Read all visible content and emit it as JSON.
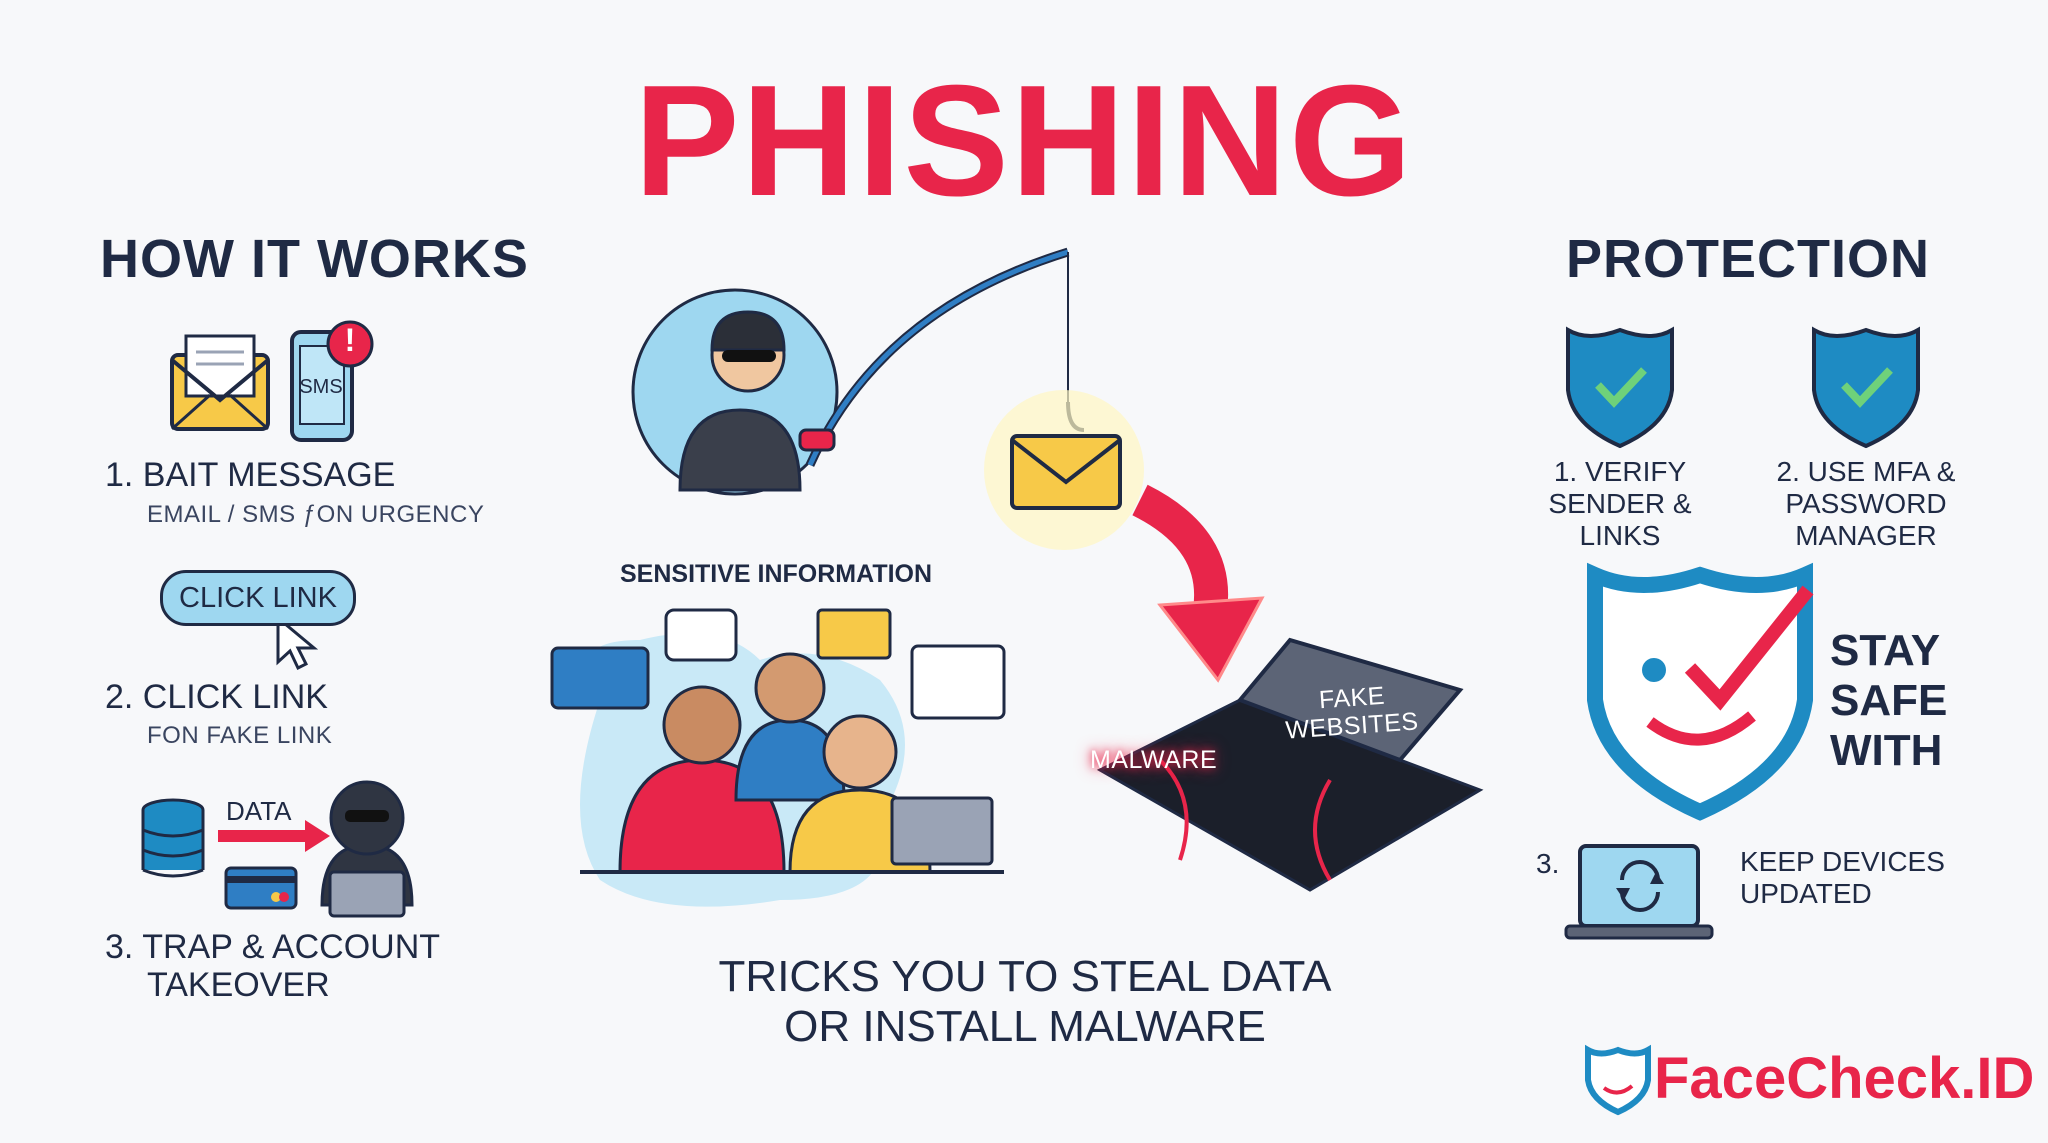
{
  "title": "PHISHING",
  "how_it_works": {
    "heading": "HOW IT WORKS",
    "sms_label": "SMS",
    "alert_mark": "!",
    "step1_title": "1. BAIT MESSAGE",
    "step1_sub": "EMAIL / SMS ƒON URGENCY",
    "click_pill": "CLICK LINK",
    "step2_title": "2. CLICK LINK",
    "step2_sub": "FON FAKE LINK",
    "data_label": "DATA",
    "step3_title_line1": "3. TRAP & ACCOUNT",
    "step3_title_line2": "TAKEOVER"
  },
  "center": {
    "sensitive_label": "SENSITIVE INFORMATION",
    "fake_websites_line1": "FAKE",
    "fake_websites_line2": "WEBSITES",
    "malware_label": "MALWARE",
    "bottom_line1": "TRICKS YOU TO STEAL DATA",
    "bottom_line2": "OR INSTALL MALWARE"
  },
  "protection": {
    "heading": "PROTECTION",
    "item1_line1": "1. VERIFY",
    "item1_line2": "SENDER &",
    "item1_line3": "LINKS",
    "item2_line1": "2. USE MFA &",
    "item2_line2": "PASSWORD",
    "item2_line3": "MANAGER",
    "stay_line1": "STAY",
    "stay_line2": "SAFE",
    "stay_line3": "WITH",
    "item3_number": "3.",
    "item3_line1": "KEEP DEVICES",
    "item3_line2": "UPDATED"
  },
  "logo": {
    "text": "FaceCheck.ID"
  },
  "colors": {
    "accent": "#e8254a",
    "navy": "#1f2a44",
    "shield": "#1e8bc3",
    "check": "#6fd17a",
    "light_blue": "#9ed7f0",
    "yellow": "#f7c948"
  }
}
